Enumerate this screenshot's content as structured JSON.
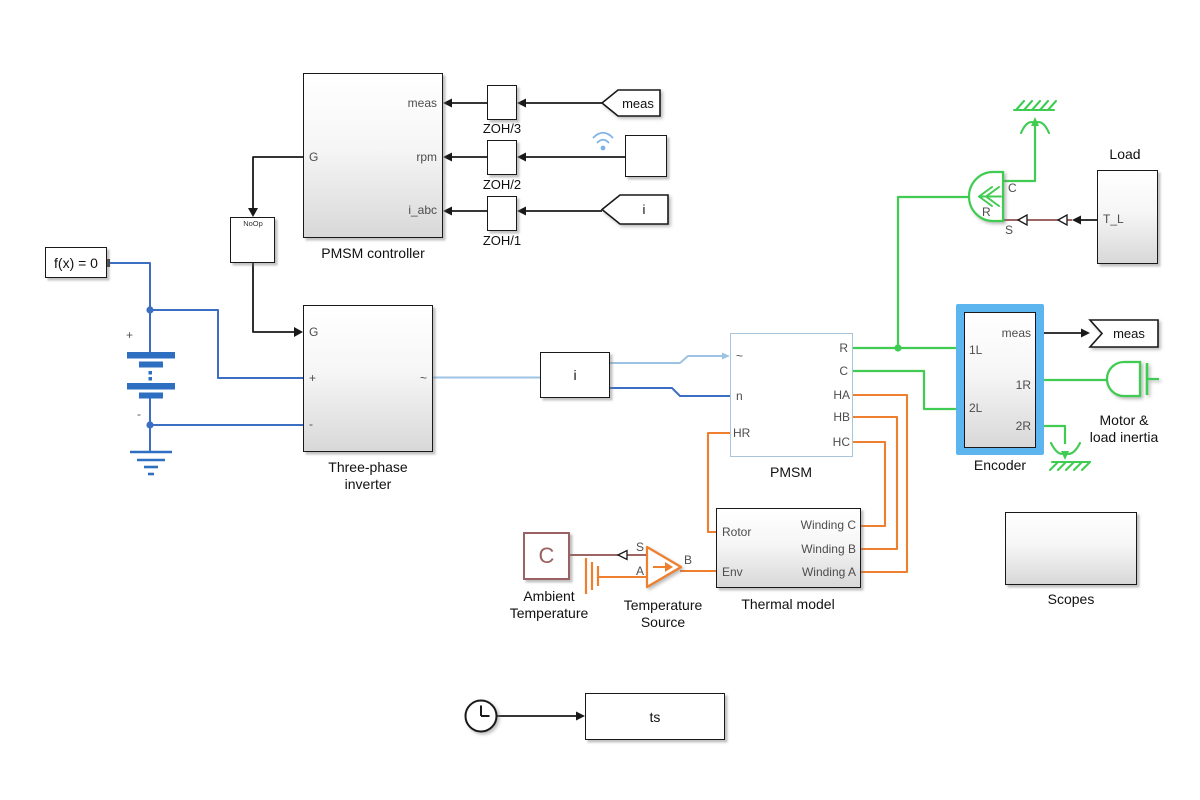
{
  "colors": {
    "electrical_blue": "#3c6fc4",
    "three_phase_blue": "#9cc3e3",
    "battery_blue": "#2e6fc2",
    "mechanical_green": "#40cc52",
    "thermal_orange": "#ee7f2f",
    "physical_signal_brown": "#8f4f4d",
    "pmsm_light_blue": "#a7c5dc",
    "selection_highlight_blue": "#5cb5ee",
    "ambient_maroon": "#9a6262"
  },
  "blocks": {
    "solver": {
      "label": "f(x) = 0"
    },
    "noop": {
      "label": "NoOp"
    },
    "controller": {
      "label": "PMSM controller",
      "port_g": "G",
      "port_meas": "meas",
      "port_rpm": "rpm",
      "port_iabc": "i_abc"
    },
    "zoh3": {
      "label": "ZOH/3"
    },
    "zoh2": {
      "label": "ZOH/2"
    },
    "zoh1": {
      "label": "ZOH/1"
    },
    "from_meas": {
      "label": "meas"
    },
    "from_i": {
      "label": "i"
    },
    "inverter": {
      "label1": "Three-phase",
      "label2": "inverter",
      "port_g": "G",
      "port_plus": "+",
      "port_minus": "-",
      "port_ac": "~"
    },
    "current_sensor": {
      "label": "i"
    },
    "battery": {
      "plus": "+",
      "minus": "-"
    },
    "pmsm": {
      "label": "PMSM",
      "port_ac": "~",
      "port_n": "n",
      "port_hr": "HR",
      "port_r": "R",
      "port_c": "C",
      "port_ha": "HA",
      "port_hb": "HB",
      "port_hc": "HC"
    },
    "encoder": {
      "label": "Encoder",
      "port_meas": "meas",
      "port_1l": "1L",
      "port_2l": "2L",
      "port_1r": "1R",
      "port_2r": "2R"
    },
    "goto_meas": {
      "label": "meas"
    },
    "load": {
      "label": "Load",
      "port_tl": "T_L"
    },
    "torque_source": {
      "port_c": "C",
      "port_r": "R",
      "port_s": "S"
    },
    "inertia": {
      "label1": "Motor &",
      "label2": "load inertia"
    },
    "scopes": {
      "label": "Scopes"
    },
    "thermal": {
      "label": "Thermal model",
      "port_rotor": "Rotor",
      "port_env": "Env",
      "port_wc": "Winding C",
      "port_wb": "Winding B",
      "port_wa": "Winding A"
    },
    "temp_source": {
      "label1": "Temperature",
      "label2": "Source",
      "port_s": "S",
      "port_a": "A",
      "port_b": "B"
    },
    "ambient": {
      "icon": "C",
      "label1": "Ambient",
      "label2": "Temperature"
    },
    "ts": {
      "label": "ts"
    }
  }
}
